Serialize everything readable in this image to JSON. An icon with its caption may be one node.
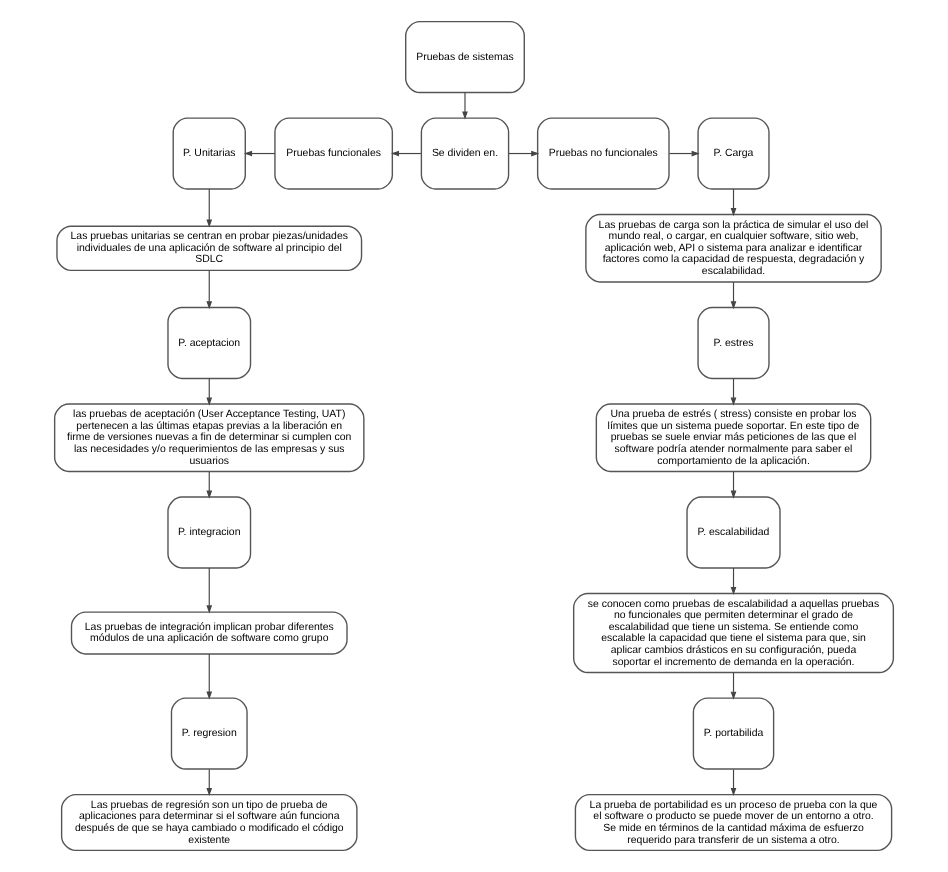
{
  "diagram": {
    "nodes": [
      {
        "text": [
          "Pruebas de sistemas"
        ]
      },
      {
        "text": [
          "Se dividen en."
        ]
      },
      {
        "text": [
          "Pruebas funcionales"
        ]
      },
      {
        "text": [
          "P. Unitarias"
        ]
      },
      {
        "text": [
          "Las pruebas unitarias se centran en probar piezas/unidades individuales de una aplicación de software al principio del SDLC"
        ]
      },
      {
        "text": [
          "P. aceptacion"
        ]
      },
      {
        "text": [
          "las pruebas de aceptación (User Acceptance Testing, UAT) pertenecen a las últimas etapas previas a la liberación en firme de versiones nuevas a fin de determinar si cumplen con las necesidades y/o requerimientos de las empresas y sus usuarios"
        ]
      },
      {
        "text": [
          "P. integracion"
        ]
      },
      {
        "text": [
          "Las pruebas de integración implican probar diferentes módulos de una aplicación de software como grupo"
        ]
      },
      {
        "text": [
          "P. regresion"
        ]
      },
      {
        "text": [
          "Las pruebas de regresión son un tipo de prueba de aplicaciones para determinar si el software aún funciona después de que se haya cambiado o modificado el código existente"
        ]
      },
      {
        "text": [
          "Pruebas no funcionales"
        ]
      },
      {
        "text": [
          "P. Carga"
        ]
      },
      {
        "text": [
          "Las pruebas de carga son la práctica de simular el uso del mundo real, o cargar, en cualquier software, sitio web, aplicación web, API o sistema para analizar e identificar factores como la capacidad de respuesta, degradación y escalabilidad."
        ]
      },
      {
        "text": [
          "P. estres"
        ]
      },
      {
        "text": [
          "Una prueba de estrés ( stress) consiste en probar los límites que un sistema puede soportar. En este tipo de pruebas se suele enviar más peticiones de las que el software podría atender normalmente para saber el comportamiento de la aplicación."
        ]
      },
      {
        "text": [
          "P. escalabilidad"
        ]
      },
      {
        "text": [
          "se conocen como pruebas de escalabilidad a aquellas pruebas no funcionales que permiten determinar el grado de escalabilidad que tiene un sistema. Se entiende como escalable la capacidad que tiene el sistema para que, sin aplicar cambios drásticos en su configuración, pueda soportar el incremento de demanda en la operación."
        ]
      },
      {
        "text": [
          "P. portabilida"
        ]
      },
      {
        "text": [
          "La prueba de portabilidad es un proceso de prueba con la que el software o producto se puede mover de un entorno a otro. Se mide en términos de la cantidad máxima de esfuerzo requerido para transferir de un sistema a otro."
        ]
      }
    ],
    "edges": [
      {
        "from": 0,
        "to": 1,
        "arrow": "to"
      },
      {
        "from": 1,
        "to": 2,
        "arrow": "to"
      },
      {
        "from": 2,
        "to": 3,
        "arrow": "to"
      },
      {
        "from": 3,
        "to": 4,
        "arrow": "to"
      },
      {
        "from": 4,
        "to": 5,
        "arrow": "to"
      },
      {
        "from": 5,
        "to": 6,
        "arrow": "to"
      },
      {
        "from": 6,
        "to": 7,
        "arrow": "to"
      },
      {
        "from": 7,
        "to": 8,
        "arrow": "to"
      },
      {
        "from": 8,
        "to": 9,
        "arrow": "to"
      },
      {
        "from": 9,
        "to": 10,
        "arrow": "to"
      },
      {
        "from": 1,
        "to": 11,
        "arrow": "to"
      },
      {
        "from": 11,
        "to": 12,
        "arrow": "to"
      },
      {
        "from": 12,
        "to": 13,
        "arrow": "to"
      },
      {
        "from": 13,
        "to": 14,
        "arrow": "to"
      },
      {
        "from": 14,
        "to": 15,
        "arrow": "to"
      },
      {
        "from": 15,
        "to": 16,
        "arrow": "to"
      },
      {
        "from": 16,
        "to": 17,
        "arrow": "to"
      },
      {
        "from": 17,
        "to": 18,
        "arrow": "to"
      },
      {
        "from": 18,
        "to": 19,
        "arrow": "to"
      }
    ]
  }
}
